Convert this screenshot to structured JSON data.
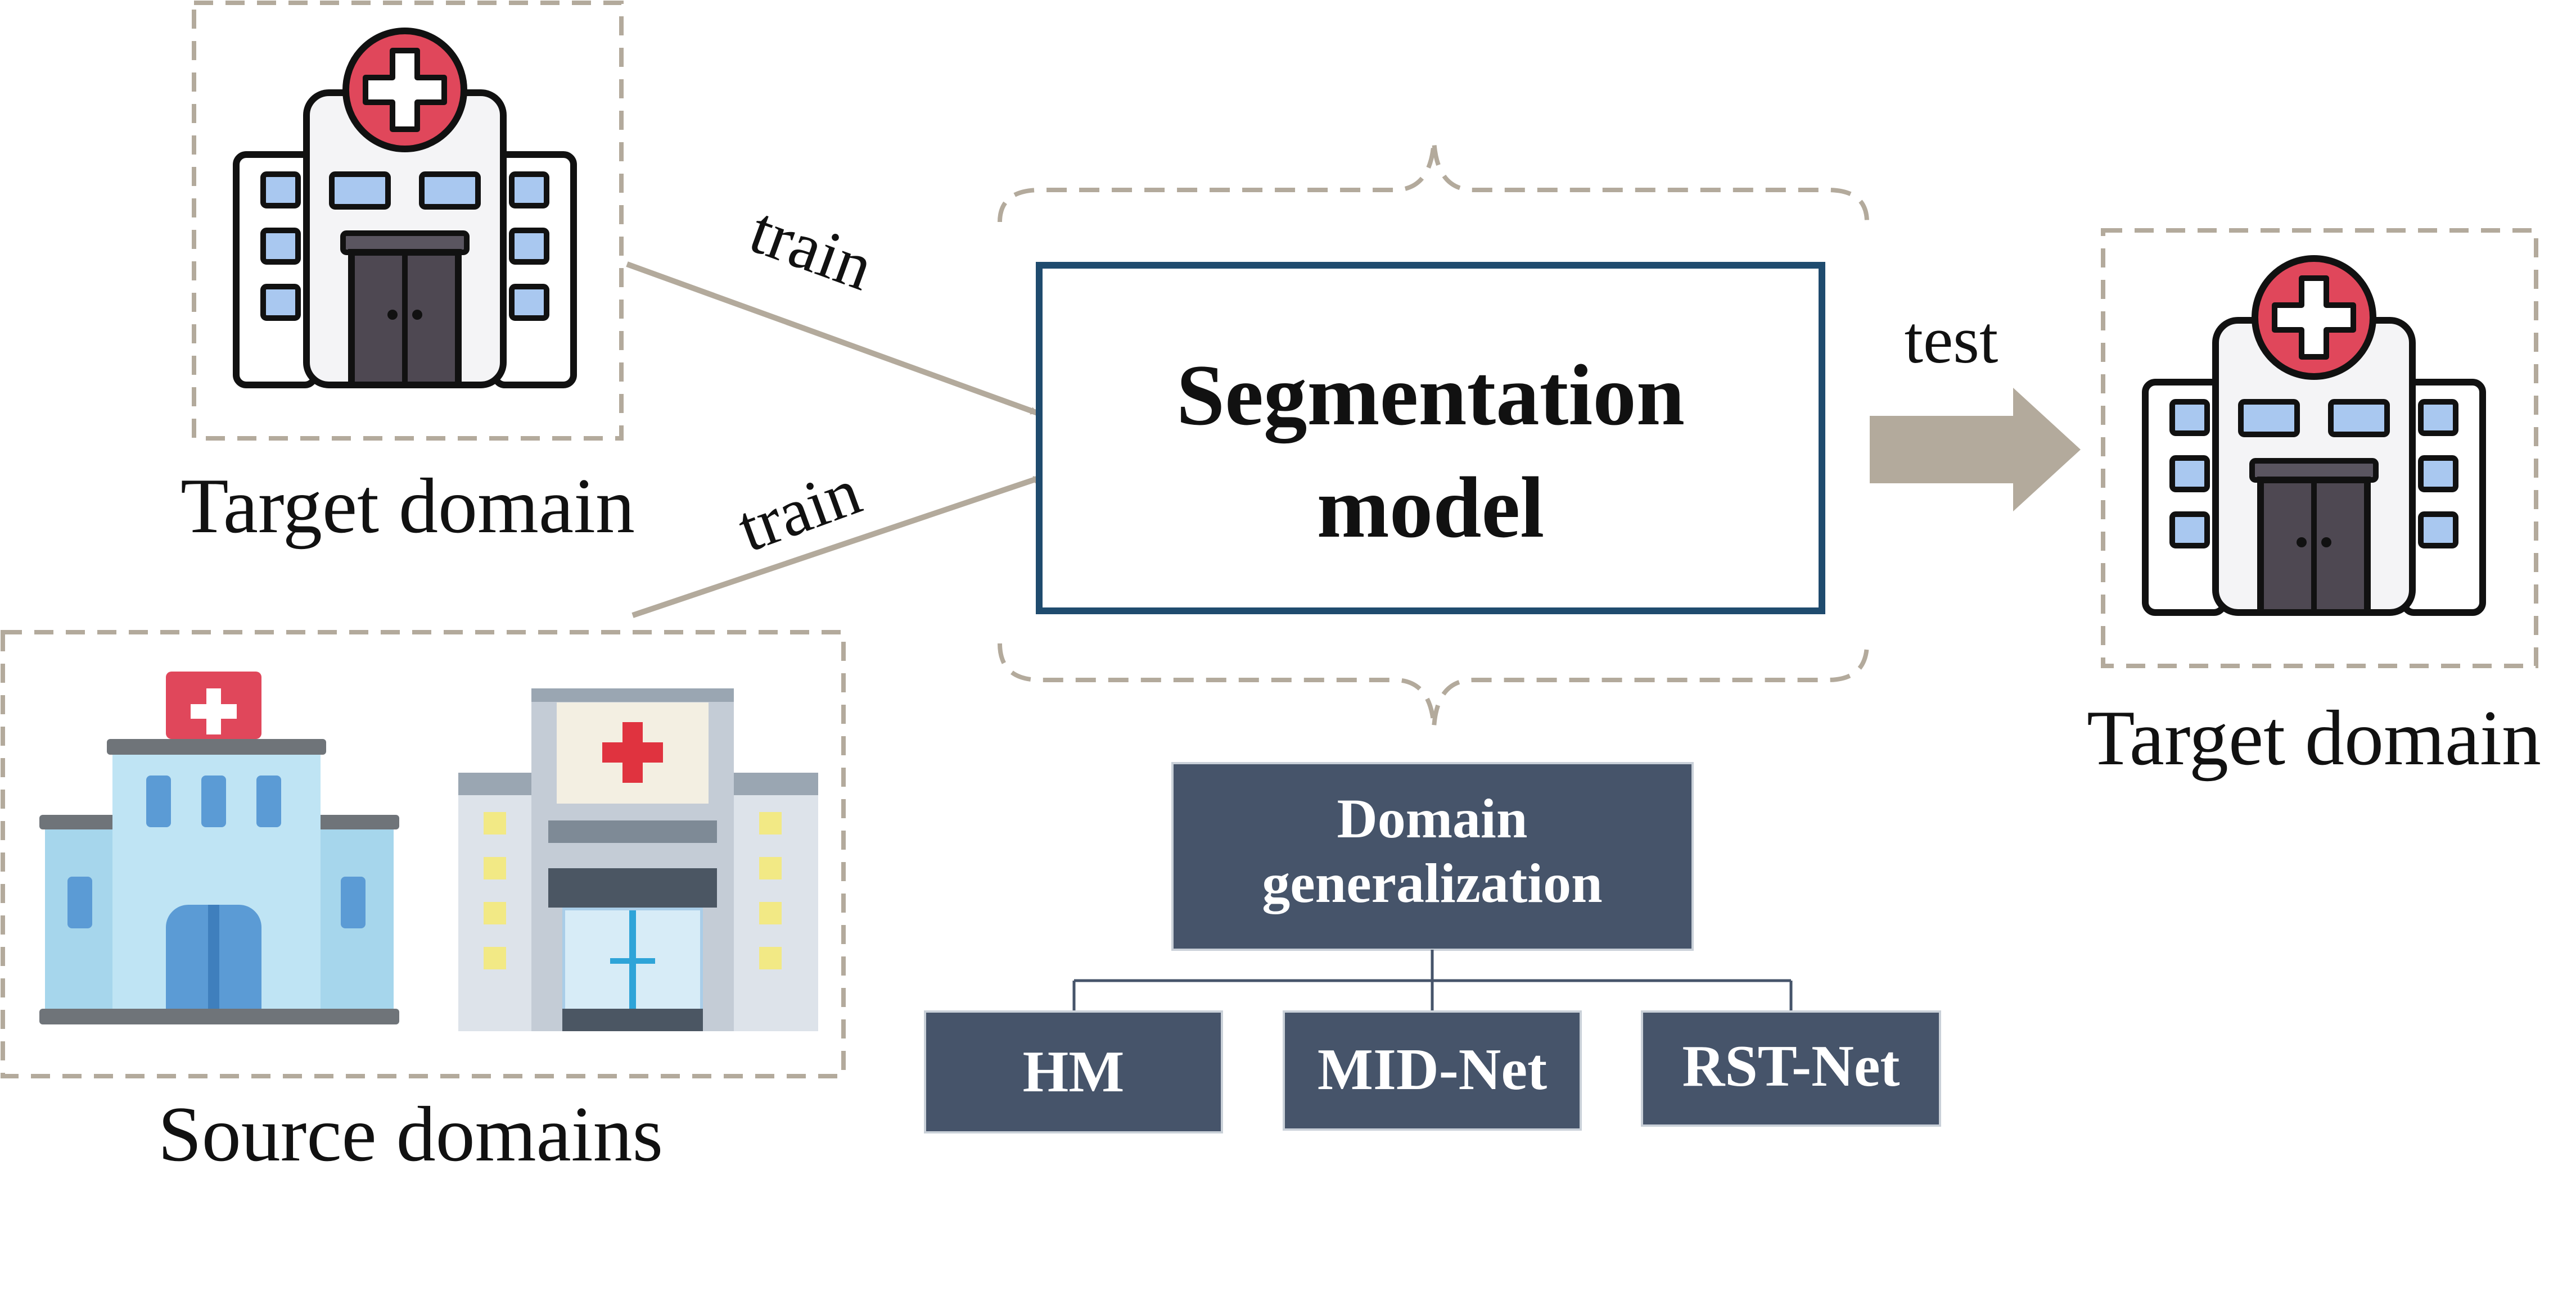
{
  "labels": {
    "target_domain_left": "Target domain",
    "source_domains": "Source domains",
    "target_domain_right": "Target domain",
    "train_upper": "train",
    "train_lower": "train",
    "test": "test"
  },
  "model": {
    "title_line1": "Segmentation",
    "title_line2": "model"
  },
  "tree": {
    "root_line1": "Domain",
    "root_line2": "generalization",
    "children": [
      "HM",
      "MID-Net",
      "RST-Net"
    ]
  },
  "icons": {
    "target_left": "hospital-building-icon",
    "source_1": "hospital-building-icon",
    "source_2": "hospital-building-icon",
    "target_right": "hospital-building-icon"
  },
  "colors": {
    "dashed_border": "#b3aa9c",
    "arrow": "#b3aa9c",
    "model_border": "#1f4b6e",
    "tree_box": "#46546a",
    "tree_text": "#ffffff",
    "hospital_red": "#e0475b",
    "window_blue": "#a9c8f0"
  }
}
